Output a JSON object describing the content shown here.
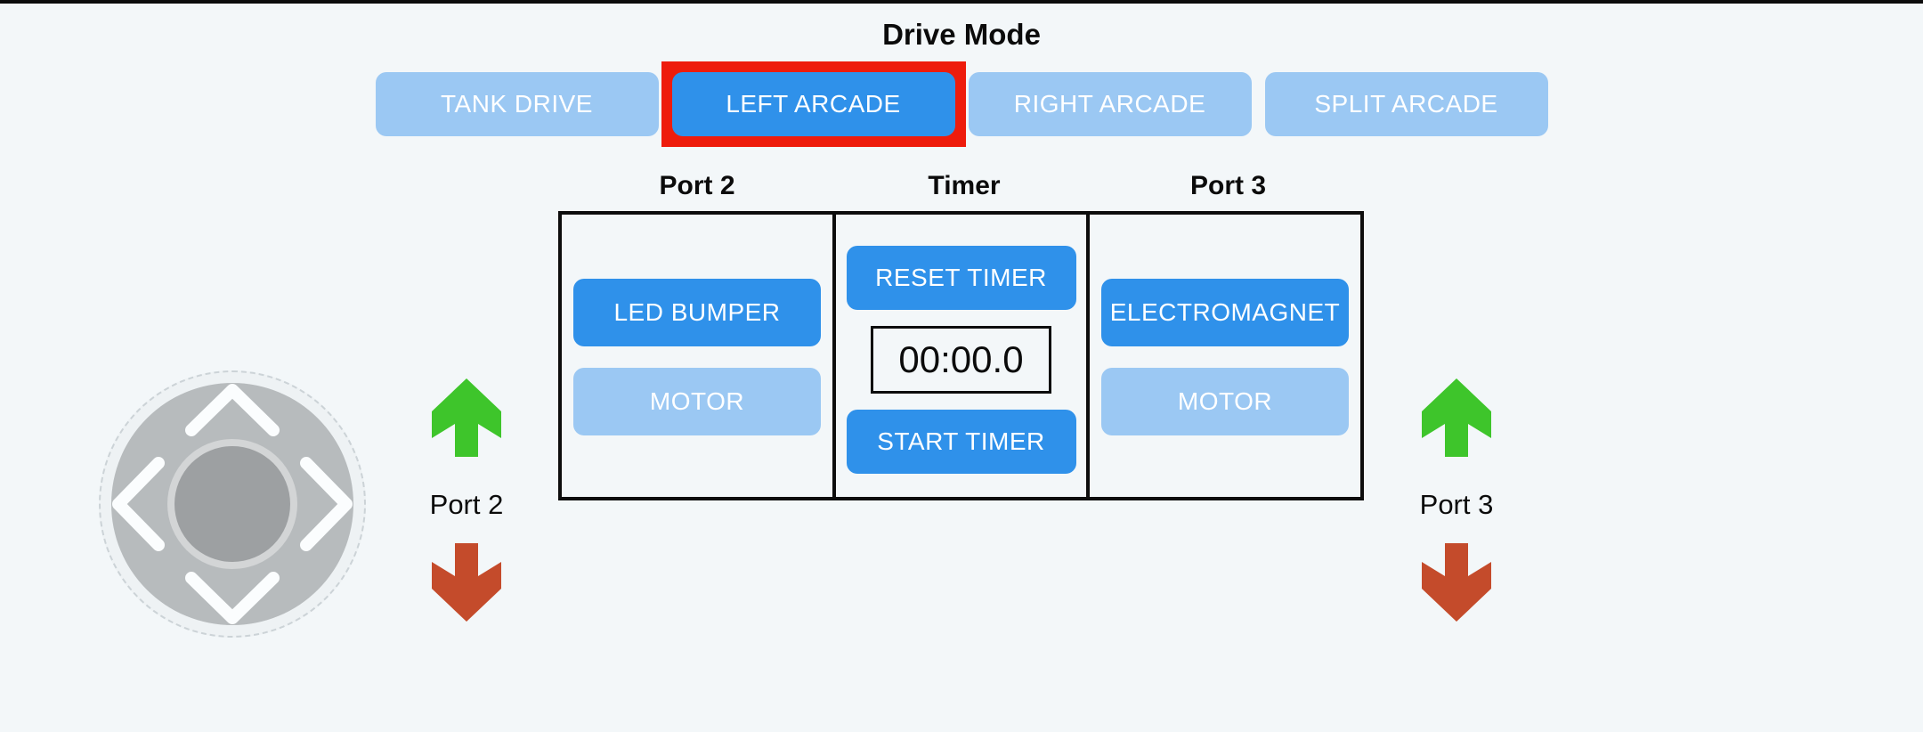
{
  "window": {
    "background": "#f3f7f9",
    "top_bar_color": "#0c0c0c"
  },
  "drive_mode": {
    "title": "Drive Mode",
    "selected": "LEFT ARCADE",
    "selected_outline_color": "#ee1c0c",
    "buttons": [
      {
        "label": "TANK DRIVE",
        "state": "inactive"
      },
      {
        "label": "LEFT ARCADE",
        "state": "active"
      },
      {
        "label": "RIGHT ARCADE",
        "state": "inactive"
      },
      {
        "label": "SPLIT ARCADE",
        "state": "inactive"
      }
    ]
  },
  "control_board": {
    "columns": [
      {
        "header": "Port 2",
        "buttons": [
          {
            "label": "LED BUMPER",
            "state": "active"
          },
          {
            "label": "MOTOR",
            "state": "inactive"
          }
        ]
      },
      {
        "header": "Timer",
        "timer": {
          "reset_label": "RESET TIMER",
          "display": "00:00.0",
          "start_label": "START TIMER"
        }
      },
      {
        "header": "Port 3",
        "buttons": [
          {
            "label": "ELECTROMAGNET",
            "state": "active"
          },
          {
            "label": "MOTOR",
            "state": "inactive"
          }
        ]
      }
    ]
  },
  "joystick": {
    "icons": [
      "chevron-up-icon",
      "chevron-left-icon",
      "chevron-right-icon",
      "chevron-down-icon"
    ]
  },
  "port_controls": {
    "left": {
      "label": "Port 2",
      "up_icon": "thick-arrow-up-icon",
      "down_icon": "thick-arrow-down-icon"
    },
    "right": {
      "label": "Port 3",
      "up_icon": "thick-arrow-up-icon",
      "down_icon": "thick-arrow-down-icon"
    }
  },
  "colors": {
    "active_button_blue": "#2f91ea",
    "inactive_button_blue": "#9bc8f3",
    "arrow_up_green": "#3ec52b",
    "arrow_down_red": "#c44b2b",
    "button_text": "#ffffff",
    "table_border": "#0d0d0d"
  }
}
